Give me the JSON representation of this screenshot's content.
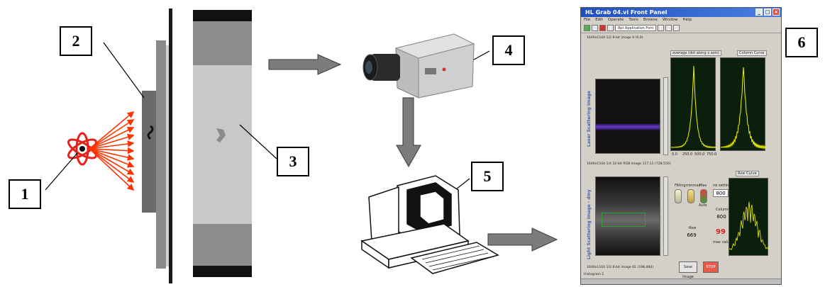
{
  "labels": [
    {
      "id": "1",
      "text": "1"
    },
    {
      "id": "2",
      "text": "2"
    },
    {
      "id": "3",
      "text": "3"
    },
    {
      "id": "4",
      "text": "4"
    },
    {
      "id": "5",
      "text": "5"
    },
    {
      "id": "6",
      "text": "6"
    }
  ],
  "panel": {
    "title": "HL Grab 04.vi Front Panel",
    "menu": [
      "File",
      "Edit",
      "Operate",
      "Tools",
      "Browse",
      "Window",
      "Help"
    ],
    "font_selector": "8pt Application Font",
    "top_image_caption": "1600x1104 1/2 8-bit image 9 (0,0)",
    "top_side_label": "Laser Scattering Image",
    "top_graph1_label": "average (dot along x axis)",
    "top_graph2_label": "Column Curve",
    "mid_caption": "1600x1104 1/4 32-bit RGB image 117,11 (728,550)",
    "bottom_side_label": "Light Scattering Image - dmy",
    "row_curve_label": "Row Curve",
    "ctrl_fitting": "Fitting",
    "ctrl_minmax": "minmax",
    "ctrl_max": "Max",
    "ctrl_auto": "Auto",
    "ctrl_roi_setting": "roi setting",
    "roi_value": "800",
    "column_label": "Column",
    "column_value": "800",
    "row_label": "Row",
    "row_value": "669",
    "max_value": "99",
    "max_value_label": "max value",
    "save_image": "Save Image",
    "stop": "STOP",
    "bottom_caption": "1600x1104 1/2 8-bit image 01 (198,460)",
    "histogram": "Histogram 2",
    "x_ticks": [
      "0.0",
      "250.0",
      "500.0",
      "750.0"
    ]
  }
}
